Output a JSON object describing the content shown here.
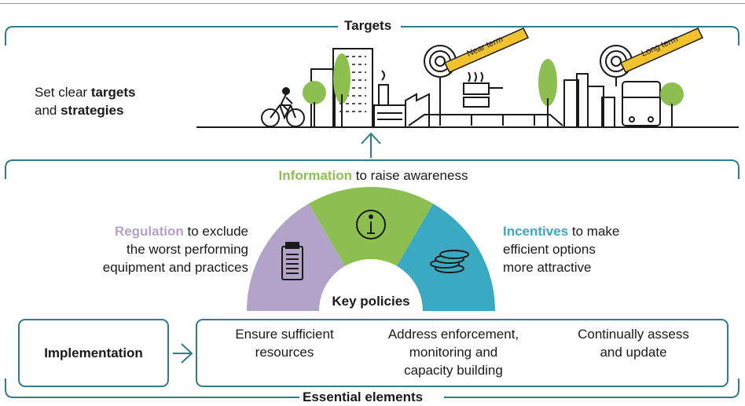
{
  "colors": {
    "frame": "#2f7d86",
    "regulation": "#b2a3c9",
    "information": "#8cbf4f",
    "incentives": "#3aa9c2",
    "icon_stroke": "#1a1a1a",
    "ribbon": "#f2c12e"
  },
  "targets": {
    "title": "Targets",
    "description_prefix": "Set clear ",
    "description_bold1": "targets",
    "description_mid": "and ",
    "description_bold2": "strategies",
    "near_term_label": "Near term",
    "long_term_label": "Long term"
  },
  "policies": {
    "information_highlight": "Information",
    "information_rest": " to raise awareness",
    "regulation_highlight": "Regulation",
    "regulation_rest_line1": " to exclude",
    "regulation_line2": "the worst performing",
    "regulation_line3": "equipment and practices",
    "incentives_highlight": "Incentives",
    "incentives_rest_line1": " to make",
    "incentives_line2": "efficient options",
    "incentives_line3": "more attractive",
    "key_policies_label": "Key policies",
    "icons": [
      "clipboard-icon",
      "info-icon",
      "coins-icon"
    ]
  },
  "implementation": {
    "label": "Implementation",
    "items": [
      {
        "line1": "Ensure sufficient",
        "line2": "resources",
        "line3": ""
      },
      {
        "line1": "Address enforcement,",
        "line2": "monitoring and",
        "line3": "capacity building"
      },
      {
        "line1": "Continually assess",
        "line2": "and update",
        "line3": ""
      }
    ]
  },
  "essential_elements": {
    "title": "Essential elements"
  }
}
